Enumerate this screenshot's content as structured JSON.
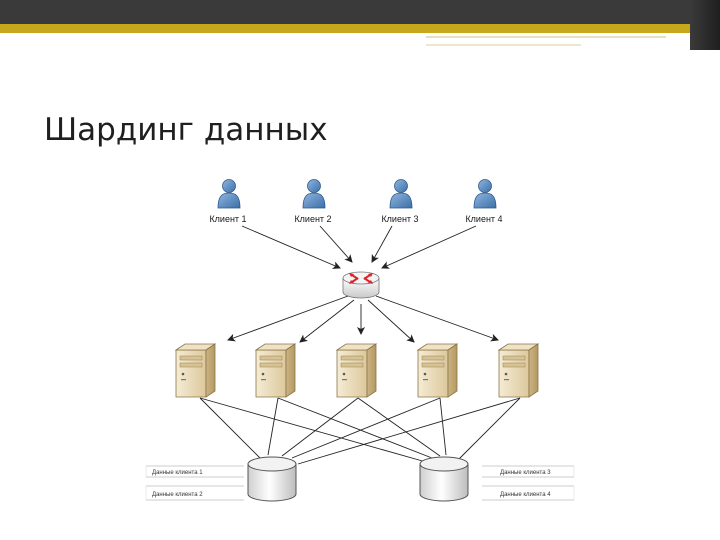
{
  "slide": {
    "title": "Шардинг данных"
  },
  "diagram": {
    "clients": [
      {
        "label": "Клиент 1"
      },
      {
        "label": "Клиент 2"
      },
      {
        "label": "Клиент 3"
      },
      {
        "label": "Клиент 4"
      }
    ],
    "data_labels_left": [
      "Данные клиента 1",
      "Данные клиента 2"
    ],
    "data_labels_right": [
      "Данные клиента 3",
      "Данные клиента 4"
    ]
  },
  "colors": {
    "topbar": "#3a3a3a",
    "accent": "#c7a81c",
    "user_icon": "#5b8cc4",
    "server": "#e9dcbc",
    "router_arrows": "#d9262a"
  }
}
